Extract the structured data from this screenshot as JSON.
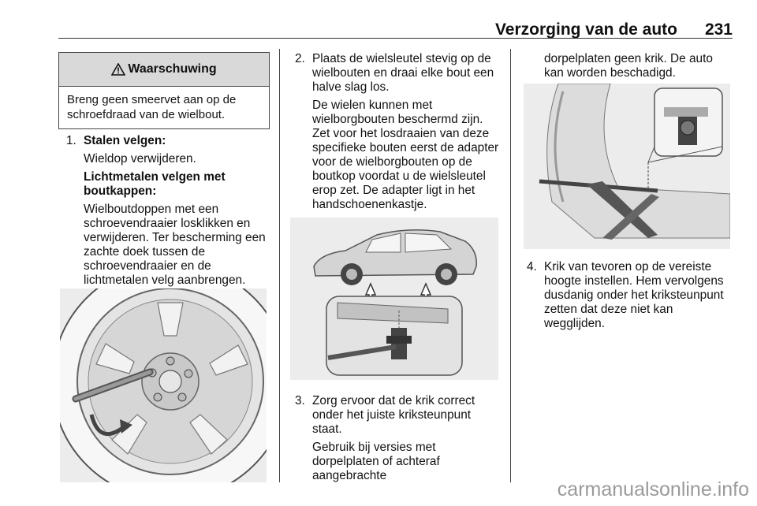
{
  "header": {
    "title": "Verzorging van de auto",
    "page": "231"
  },
  "warning": {
    "icon": "warning-triangle-icon",
    "title": "Waarschuwing",
    "body": "Breng geen smeervet aan op de schroefdraad van de wielbout."
  },
  "col1": {
    "step1_num": "1.",
    "step1_title": "Stalen velgen:",
    "step1_text": "Wieldop verwijderen.",
    "alloy_title": "Lichtmetalen velgen met boutkappen:",
    "alloy_text": "Wielboutdoppen met een schroevendraaier losklikken en verwijderen. Ter bescherming een zachte doek tussen de schroevendraaier en de lichtmetalen velg aanbrengen."
  },
  "col2": {
    "step2_num": "2.",
    "step2_text": "Plaats de wielsleutel stevig op de wielbouten en draai elke bout een halve slag los.",
    "step2_note": "De wielen kunnen met wielborgbouten beschermd zijn. Zet voor het losdraaien van deze specifieke bouten eerst de adapter voor de wielborgbouten op de boutkop voordat u de wielsleutel erop zet. De adapter ligt in het handschoenenkastje.",
    "step3_num": "3.",
    "step3_text": "Zorg ervoor dat de krik correct onder het juiste kriksteunpunt staat.",
    "step3_note": "Gebruik bij versies met dorpelplaten of achteraf aangebrachte"
  },
  "col3": {
    "continued": "dorpelplaten geen krik. De auto kan worden beschadigd.",
    "step4_num": "4.",
    "step4_text": "Krik van tevoren op de vereiste hoogte instellen. Hem vervolgens dusdanig onder het kriksteunpunt zetten dat deze niet kan wegglijden."
  },
  "watermark": "carmanualsonline.info"
}
